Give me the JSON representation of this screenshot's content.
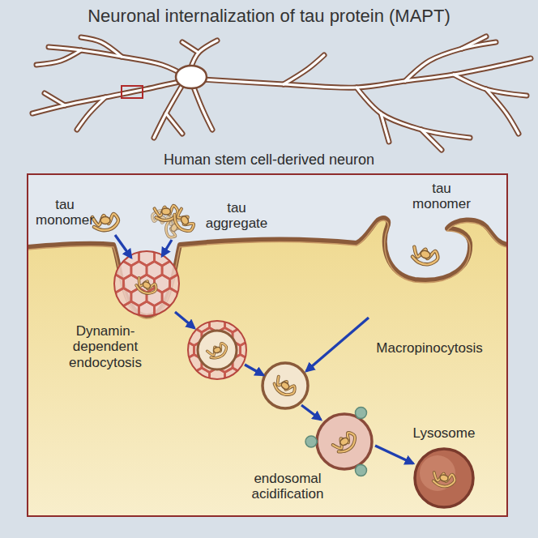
{
  "diagram": {
    "title": "Neuronal internalization of tau protein (MAPT)",
    "labels": [
      "Human stem cell-derived neuron",
      "tau monomer",
      "tau aggregate",
      "tau monomer",
      "Dynamin- dependent endocytosis",
      "Macropinocytosis",
      "endosomal acidification",
      "Lysosome"
    ]
  }
}
